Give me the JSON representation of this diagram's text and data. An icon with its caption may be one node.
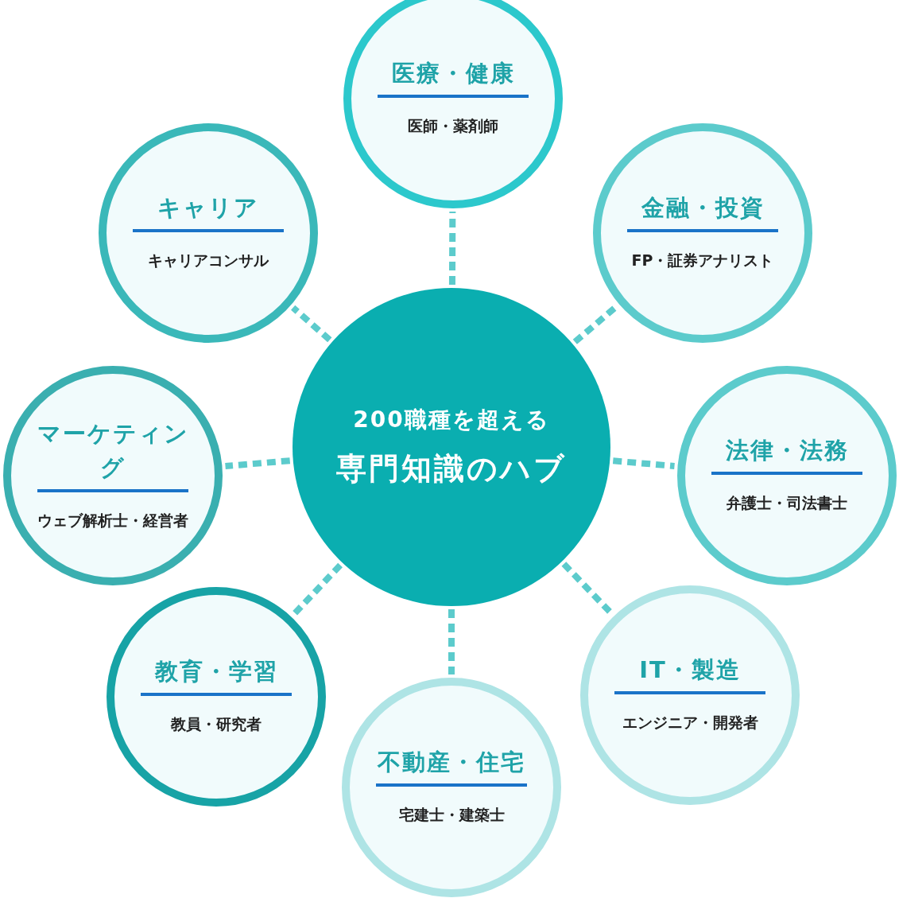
{
  "diagram": {
    "nodes": [
      {
        "text": [
          "200職種を超える",
          "専門知識のハブ"
        ]
      },
      {
        "text": [
          "医療・健康",
          "医師・薬剤師"
        ]
      },
      {
        "text": [
          "金融・投資",
          "FP・証券アナリスト"
        ]
      },
      {
        "text": [
          "法律・法務",
          "弁護士・司法書士"
        ]
      },
      {
        "text": [
          "IT・製造",
          "エンジニア・開発者"
        ]
      },
      {
        "text": [
          "不動産・住宅",
          "宅建士・建築士"
        ]
      },
      {
        "text": [
          "教育・学習",
          "教員・研究者"
        ]
      },
      {
        "text": [
          "マーケティング",
          "ウェブ解析士・経営者"
        ]
      },
      {
        "text": [
          "キャリア",
          "キャリアコンサル"
        ]
      }
    ],
    "edges": [
      {
        "from": 0,
        "to": 1,
        "arrow": "none",
        "style": "dashed"
      },
      {
        "from": 0,
        "to": 2,
        "arrow": "none",
        "style": "dashed"
      },
      {
        "from": 0,
        "to": 3,
        "arrow": "none",
        "style": "dashed"
      },
      {
        "from": 0,
        "to": 4,
        "arrow": "none",
        "style": "dashed"
      },
      {
        "from": 0,
        "to": 5,
        "arrow": "none",
        "style": "dashed"
      },
      {
        "from": 0,
        "to": 6,
        "arrow": "none",
        "style": "dashed"
      },
      {
        "from": 0,
        "to": 7,
        "arrow": "none",
        "style": "dashed"
      },
      {
        "from": 0,
        "to": 8,
        "arrow": "none",
        "style": "dashed"
      }
    ]
  }
}
